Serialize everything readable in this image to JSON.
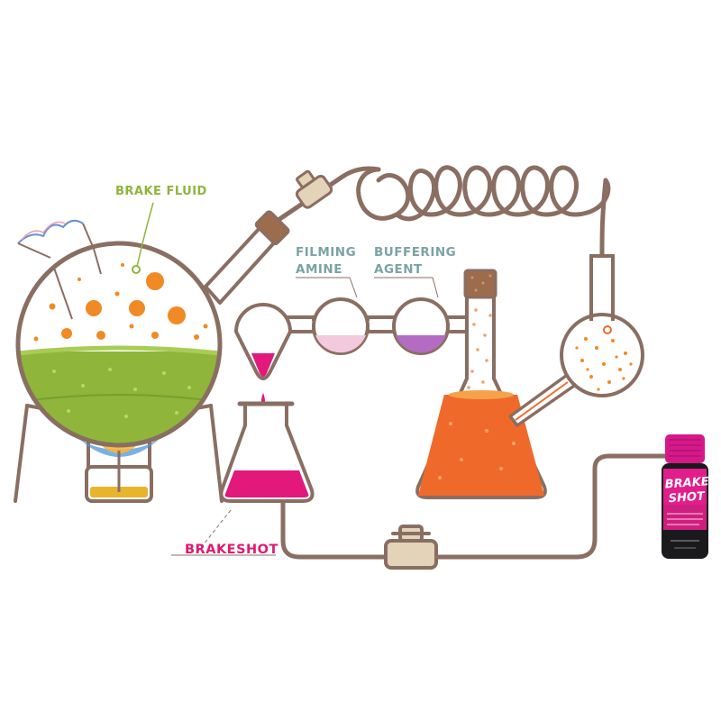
{
  "labels": {
    "brake_fluid": "BRAKE FLUID",
    "filming_amine": [
      "FILMING",
      "AMINE"
    ],
    "buffering_agent": [
      "BUFFERING",
      "AGENT"
    ],
    "brakeshot": "BRAKESHOT"
  },
  "product": {
    "logo_line1": "BRAKE",
    "logo_line2": "SHOT"
  },
  "colors": {
    "outline": "#8a6e62",
    "brake_fluid_green": "#8fb53a",
    "bubble_orange": "#f08a24",
    "magenta": "#e2187a",
    "label_teal": "#7aa3a5",
    "flask_orange": "#ef6a2a",
    "amine_pink": "#f3c9de",
    "buffer_purple": "#b46cc2",
    "cork": "#d9c8aa",
    "flame_blue": "#4f95d8"
  }
}
